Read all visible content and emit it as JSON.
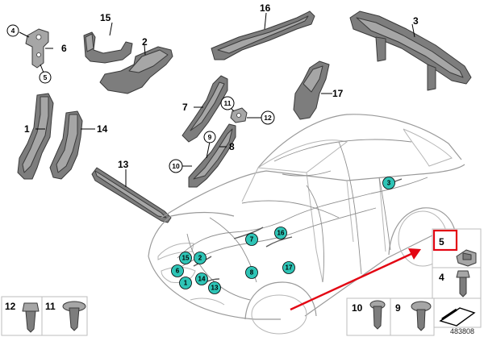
{
  "diagram": {
    "accent_color": "#e30613",
    "dot_color": "#2ec4b6",
    "reference_number": "483808",
    "callouts": [
      {
        "id": "c1",
        "label": "1"
      },
      {
        "id": "c2",
        "label": "2"
      },
      {
        "id": "c3",
        "label": "3"
      },
      {
        "id": "c4",
        "label": "4"
      },
      {
        "id": "c5",
        "label": "5"
      },
      {
        "id": "c6",
        "label": "6"
      },
      {
        "id": "c7",
        "label": "7"
      },
      {
        "id": "c8",
        "label": "8"
      },
      {
        "id": "c9",
        "label": "9"
      },
      {
        "id": "c10",
        "label": "10"
      },
      {
        "id": "c11",
        "label": "11"
      },
      {
        "id": "c12",
        "label": "12"
      },
      {
        "id": "c13",
        "label": "13"
      },
      {
        "id": "c14",
        "label": "14"
      },
      {
        "id": "c15",
        "label": "15"
      },
      {
        "id": "c16",
        "label": "16"
      },
      {
        "id": "c17",
        "label": "17"
      }
    ],
    "car_markers": [
      {
        "id": "m3",
        "label": "3"
      },
      {
        "id": "m7",
        "label": "7"
      },
      {
        "id": "m16",
        "label": "16"
      },
      {
        "id": "m15",
        "label": "15"
      },
      {
        "id": "m2",
        "label": "2"
      },
      {
        "id": "m6",
        "label": "6"
      },
      {
        "id": "m8",
        "label": "8"
      },
      {
        "id": "m17",
        "label": "17"
      },
      {
        "id": "m14",
        "label": "14"
      },
      {
        "id": "m1",
        "label": "1"
      },
      {
        "id": "m13",
        "label": "13"
      }
    ],
    "hardware_boxes": [
      {
        "id": "b5",
        "label": "5",
        "highlighted": true
      },
      {
        "id": "b4",
        "label": "4",
        "highlighted": false
      },
      {
        "id": "b12",
        "label": "12",
        "highlighted": false
      },
      {
        "id": "b11",
        "label": "11",
        "highlighted": false
      },
      {
        "id": "b10",
        "label": "10",
        "highlighted": false
      },
      {
        "id": "b9",
        "label": "9",
        "highlighted": false
      },
      {
        "id": "bx",
        "label": "",
        "highlighted": false
      }
    ]
  }
}
